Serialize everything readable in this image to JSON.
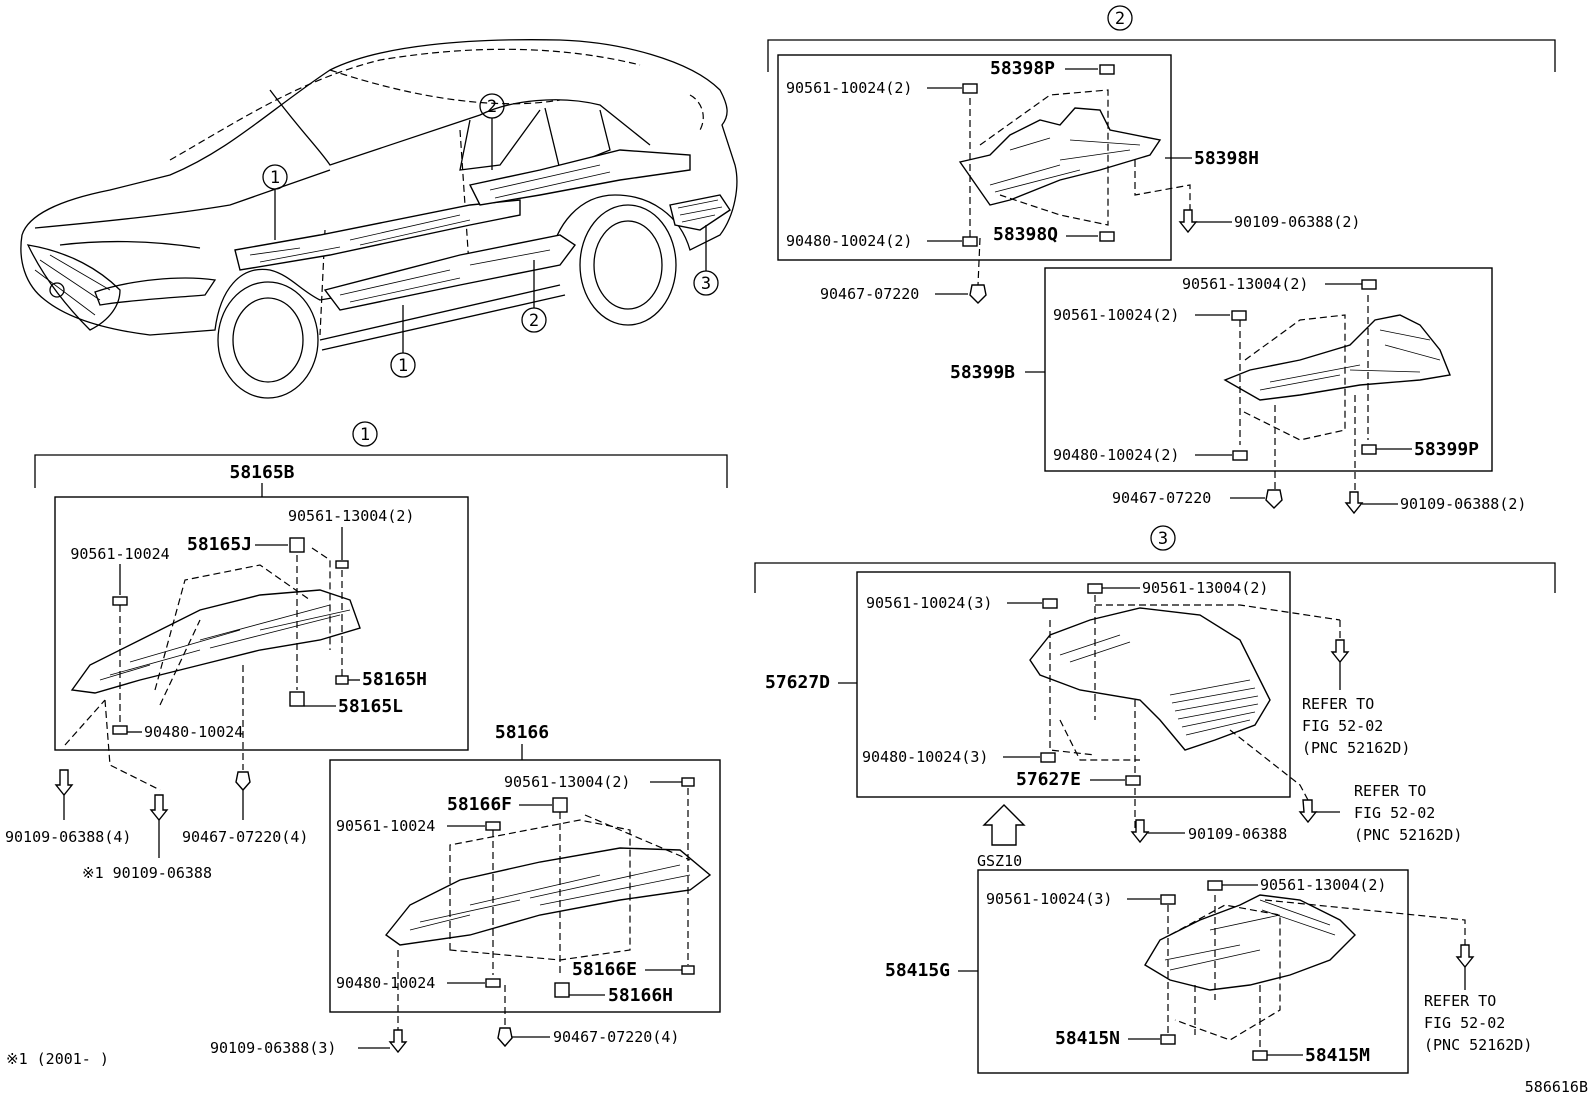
{
  "callouts": {
    "c1": "1",
    "c2": "2",
    "c3": "3"
  },
  "car": {
    "callout_1a": "1",
    "callout_1b": "1",
    "callout_2a": "2",
    "callout_2b": "2",
    "callout_3": "3"
  },
  "group1": {
    "assembly": "58165B",
    "parts": {
      "p90561_10024": "90561-10024",
      "p58165J": "58165J",
      "p90561_13004_2": "90561-13004(2)",
      "p58165H": "58165H",
      "p58165L": "58165L",
      "p90480_10024": "90480-10024",
      "p90109_06388_4": "90109-06388(4)",
      "p90467_07220_4": "90467-07220(4)",
      "p90109_06388_note": "※1 90109-06388"
    },
    "sub": {
      "assembly": "58166",
      "p90561_13004_2": "90561-13004(2)",
      "p58166F": "58166F",
      "p90561_10024": "90561-10024",
      "p90480_10024": "90480-10024",
      "p58166E": "58166E",
      "p58166H": "58166H",
      "p90109_06388_3": "90109-06388(3)",
      "p90467_07220_4": "90467-07220(4)"
    }
  },
  "group2": {
    "upper": {
      "p58398P": "58398P",
      "p90561_10024_2": "90561-10024(2)",
      "p58398H": "58398H",
      "p90109_06388_2": "90109-06388(2)",
      "p90480_10024_2": "90480-10024(2)",
      "p58398Q": "58398Q",
      "p90467_07220": "90467-07220"
    },
    "lower": {
      "p90561_13004_2": "90561-13004(2)",
      "p90561_10024_2": "90561-10024(2)",
      "p58399B": "58399B",
      "p90480_10024_2": "90480-10024(2)",
      "p58399P": "58399P",
      "p90467_07220": "90467-07220",
      "p90109_06388_2": "90109-06388(2)"
    }
  },
  "group3": {
    "upper": {
      "p90561_13004_2": "90561-13004(2)",
      "p90561_10024_3": "90561-10024(3)",
      "p57627D": "57627D",
      "p90480_10024_3": "90480-10024(3)",
      "p57627E": "57627E",
      "p90109_06388": "90109-06388",
      "refer1_line1": "REFER TO",
      "refer1_line2": "FIG 52-02",
      "refer1_line3": "(PNC 52162D)",
      "refer2_line1": "REFER TO",
      "refer2_line2": "FIG 52-02",
      "refer2_line3": "(PNC 52162D)"
    },
    "variant": "GSZ10",
    "lower": {
      "p90561_10024_3": "90561-10024(3)",
      "p90561_13004_2": "90561-13004(2)",
      "p58415G": "58415G",
      "p58415N": "58415N",
      "p58415M": "58415M",
      "refer_line1": "REFER TO",
      "refer_line2": "FIG 52-02",
      "refer_line3": "(PNC 52162D)"
    }
  },
  "footnote": "※1 (2001-    )",
  "figure_id": "586616B"
}
